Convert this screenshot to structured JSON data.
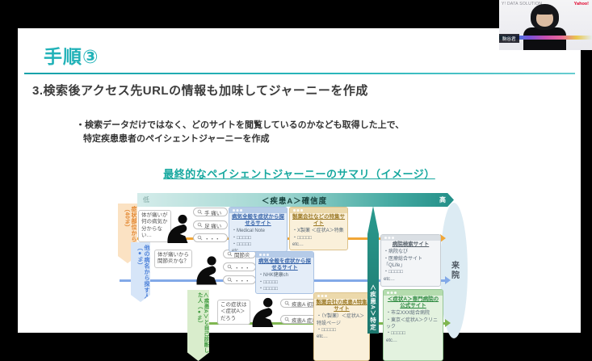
{
  "webcam": {
    "brand": "Y! DATA SOLUTION",
    "logo": "Yahoo!",
    "name": "駒谷君"
  },
  "slide": {
    "title": "手順③",
    "heading": "3.検索後アクセス先URLの情報も加味してジャーニーを作成",
    "bullets": [
      "・検索データだけではなく、どのサイトを閲覧しているのかなども取得した上で、",
      "特定疾患患者のペイシェントジャーニーを作成"
    ],
    "diagram_caption": "最終的なペイシェントジャーニーのサマリ（イメージ）"
  },
  "diagram": {
    "confidence": {
      "low": "低",
      "title": "＜疾患A＞確信度",
      "high": "高"
    },
    "identify": "＜疾患A＞特定",
    "visit": "来院",
    "segments": [
      {
        "label": "症状部位から探す人（40%）"
      },
      {
        "label": "他の病名から探す人（●%）"
      },
      {
        "label": "＜疾患A＞と自己診断した人（●%）"
      }
    ],
    "bubbles": [
      "体が痛いが何の病気か分からない…",
      "体が痛いから関節炎かな？",
      "この症状は＜症状A＞だろう"
    ],
    "queries": [
      [
        "手 痛い",
        "足 痛い",
        "・・・"
      ],
      [
        "関節炎",
        "・・・",
        "・・・"
      ],
      [
        "疾患A 初期",
        "疾患A 症状"
      ]
    ],
    "sites": [
      {
        "title": "病気全般を症状から探せるサイト",
        "items": [
          "・Medical Note",
          "・□□□□□",
          "・□□□□□",
          "etc…"
        ]
      },
      {
        "title": "製薬会社などの特集サイト",
        "items": [
          "・X製薬 ＜症状A＞特集",
          "・□□□□□",
          "etc…"
        ]
      },
      {
        "title": "病院検索サイト",
        "items": [
          "・病院なび",
          "・医療総合サイト「QLife」",
          "・□□□□□",
          "etc…"
        ]
      },
      {
        "title": "病気全般を症状から探せるサイト",
        "items": [
          "・NHK健康ch",
          "・□□□□□",
          "・□□□□□",
          "etc…"
        ]
      },
      {
        "title": "製薬会社の疾患A特集サイト",
        "items": [
          "・（Y製薬）＜症状A＞特設ページ",
          "・□□□□□",
          "etc…"
        ]
      },
      {
        "title": "＜症状A＞専門病院の公式サイト",
        "items": [
          "・市立XXX総合病院",
          "・東京＜症状A＞クリニック",
          "・□□□□□",
          "etc…"
        ]
      }
    ]
  }
}
